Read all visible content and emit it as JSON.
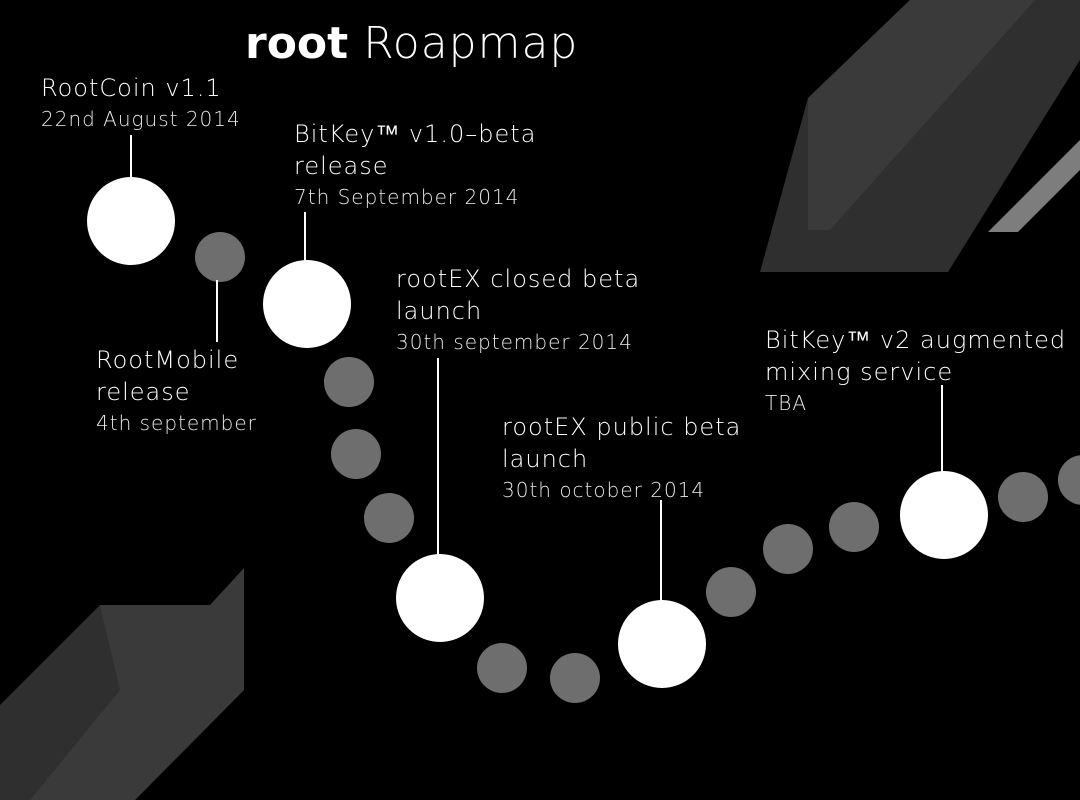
{
  "page": {
    "brand": "root",
    "title": "Roapmap"
  },
  "colors": {
    "background": "#000000",
    "major_node": "#ffffff",
    "minor_node": "#6e6e6e",
    "decor_dark": "#2f2f2f",
    "decor_mid": "#3a3a3a",
    "decor_light": "#7d7d7d"
  },
  "milestones": [
    {
      "name": "RootCoin v1.1",
      "date": "22nd August 2014"
    },
    {
      "name": "RootMobile release",
      "date": "4th september"
    },
    {
      "name": "BitKey™ v1.0–beta release",
      "date": "7th September 2014"
    },
    {
      "name": "rootEX closed beta launch",
      "date": "30th september 2014"
    },
    {
      "name": "rootEX public beta launch",
      "date": "30th october 2014"
    },
    {
      "name": "BitKey™ v2 augmented mixing service",
      "date": "TBA"
    }
  ]
}
